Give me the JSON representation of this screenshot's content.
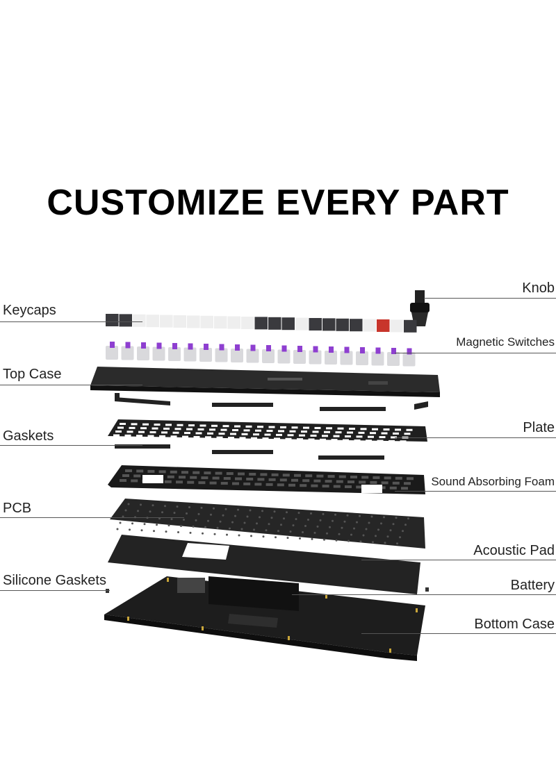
{
  "title": "CUSTOMIZE EVERY PART",
  "labels": {
    "knob": "Knob",
    "keycaps": "Keycaps",
    "magnetic_switches": "Magnetic Switches",
    "top_case": "Top Case",
    "gaskets": "Gaskets",
    "plate": "Plate",
    "sound_absorbing_foam": "Sound Absorbing Foam",
    "pcb": "PCB",
    "acoustic_pad": "Acoustic Pad",
    "silicone_gaskets": "Silicone Gaskets",
    "battery": "Battery",
    "bottom_case": "Bottom Case"
  },
  "colors": {
    "switch_stem": "#8e3fd0",
    "case": "#1c1c1c",
    "keycap_dark": "#3a3a3e",
    "keycap_light": "#eeeeee",
    "accent_red": "#c8352c"
  }
}
